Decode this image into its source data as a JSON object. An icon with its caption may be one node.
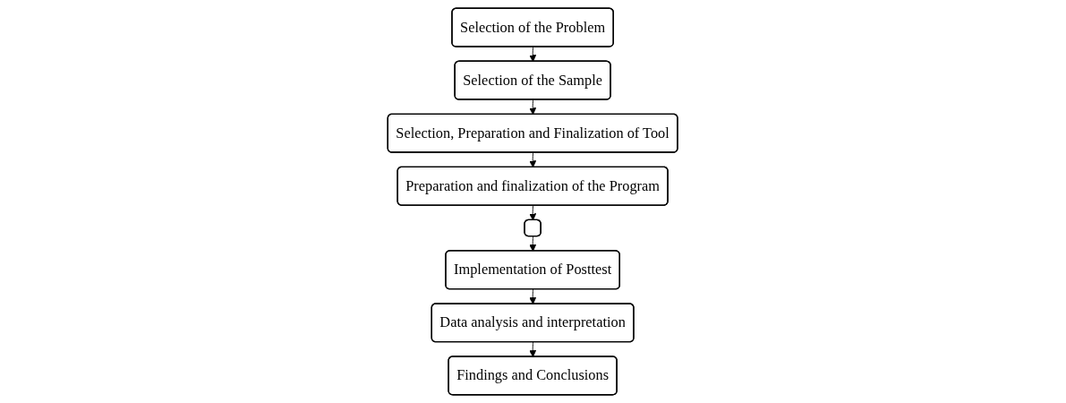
{
  "diagram": {
    "nodes": [
      {
        "text": [
          "Selection of the Problem"
        ]
      },
      {
        "text": [
          "Selection of the Sample"
        ]
      },
      {
        "text": [
          "Selection, Preparation and Finalization of Tool"
        ]
      },
      {
        "text": [
          "Preparation and finalization of the Program"
        ]
      },
      {
        "text": [],
        "shape": "box"
      },
      {
        "text": [
          "Implementation of Posttest"
        ]
      },
      {
        "text": [
          "Data analysis and interpretation"
        ]
      },
      {
        "text": [
          "Findings and Conclusions"
        ]
      }
    ],
    "edges": [
      {
        "from": 0,
        "to": 1,
        "arrow": "to"
      },
      {
        "from": 1,
        "to": 2,
        "arrow": "to"
      },
      {
        "from": 2,
        "to": 3,
        "arrow": "to"
      },
      {
        "from": 3,
        "to": 4,
        "arrow": "to"
      },
      {
        "from": 4,
        "to": 5,
        "arrow": "to"
      },
      {
        "from": 5,
        "to": 6,
        "arrow": "to"
      },
      {
        "from": 6,
        "to": 7,
        "arrow": "to"
      }
    ]
  }
}
